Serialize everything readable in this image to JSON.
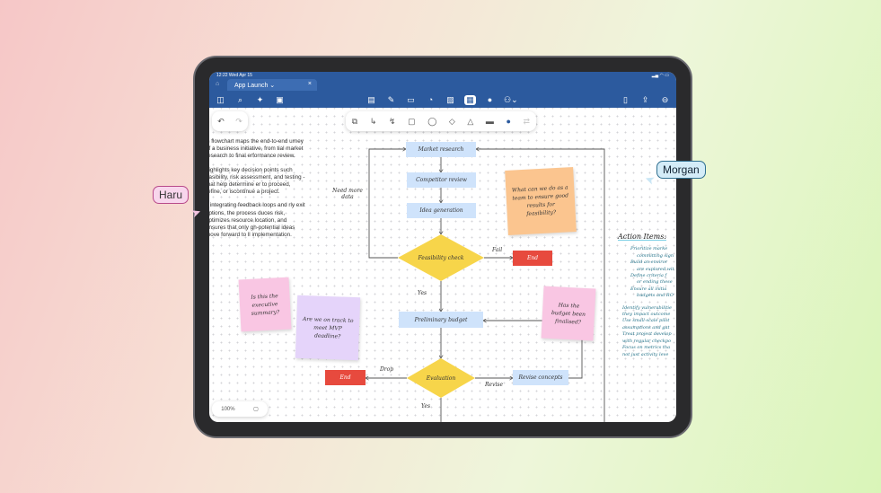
{
  "status_bar": {
    "time": "12:22",
    "date": "Wed Apr 15"
  },
  "tab": {
    "title": "App Launch ⌄"
  },
  "icons": {
    "close": "×",
    "home": "⌂"
  },
  "toolbar_left": [
    "sidebar-icon",
    "search-icon",
    "sparkle-icon",
    "document-icon"
  ],
  "toolbar_center": [
    "note-icon",
    "pen-icon",
    "shapes-icon",
    "palette-icon",
    "image-icon",
    "stickers-icon",
    "more-icon",
    "people-icon"
  ],
  "toolbar_right": [
    "new-page-icon",
    "share-icon",
    "more-circle-icon"
  ],
  "shape_tools": [
    "copy",
    "connector",
    "connector-2",
    "square",
    "circle",
    "diamond",
    "triangle",
    "line",
    "color",
    "swap"
  ],
  "zoom": {
    "level": "100%"
  },
  "description": [
    "is flowchart maps the end-to-end urney of a business initiative, from tial market research to final erformance review.",
    "highlights key decision points such easibility, risk assessment, and testing -that help determine er to proceed, refine, or iscontinue a project.",
    "y integrating feedback loops and rly exit options, the process duces risk, optimizes resource location, and ensures that only gh-potential ideas move forward to ll implementation."
  ],
  "flow": {
    "market_research": "Market research",
    "competitor_review": "Competitor review",
    "idea_generation": "Idea generation",
    "feasibility": "Feasibility check",
    "fail": "Fail",
    "end1": "End",
    "yes1": "Yes",
    "budget": "Preliminary budget",
    "evaluation": "Evaluation",
    "drop": "Drop",
    "end2": "End",
    "revise": "Revise",
    "revise_concepts": "Revise concepts",
    "yes2": "Yes",
    "need_more_data": "Need more data"
  },
  "stickies": {
    "orange": "What can we do as a team to ensure good results for feasibility?",
    "pink1": "Is this the executive summary?",
    "purple": "Are we on track to meet MVP deadline?",
    "pink2": "Has the budget been finalised?"
  },
  "action_items": {
    "title": "Action Items:",
    "sub": [
      "Prioritize marke",
      "committing sign",
      "Build an enviror",
      "are explored wit",
      "Define criteria f",
      "or ending these",
      "Ensure all initia",
      "budgets and RO"
    ],
    "main": [
      "Identify vulnerabilitie",
      "they impact outcome",
      "Use small-scale pilot",
      "assumptions and gat",
      "Treat project develop",
      "with regular checkpo",
      "Focus on metrics tha",
      "not just activity leve"
    ]
  },
  "cursors": {
    "haru": "Haru",
    "morgan": "Morgan"
  },
  "colors": {
    "toolbar": "#2c5a9e",
    "node": "#cfe3fb",
    "decision": "#f7d54a",
    "end": "#e74a3e"
  }
}
